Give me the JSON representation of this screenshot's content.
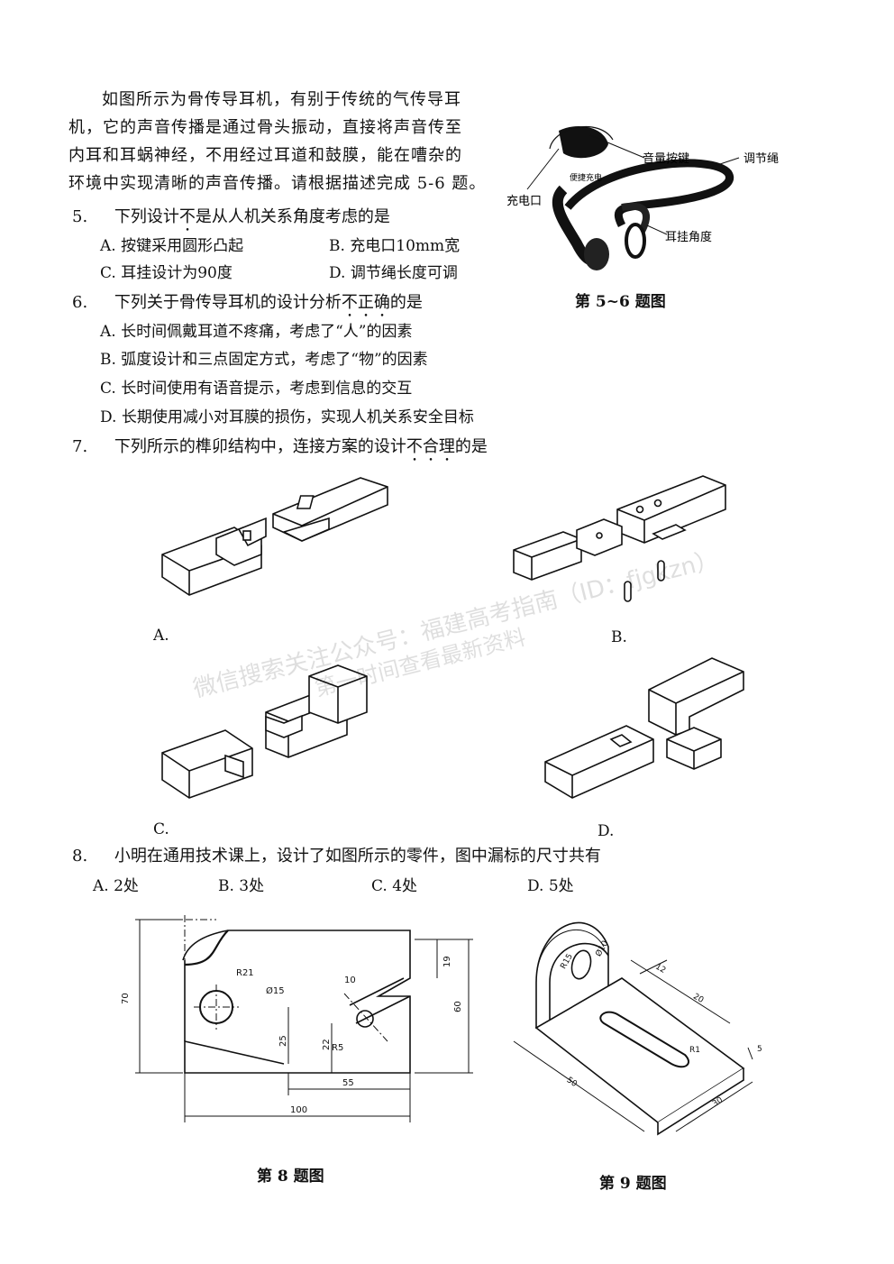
{
  "intro": [
    "如图所示为骨传导耳机，有别于传统的气传导耳",
    "机，它的声音传播是通过骨头振动，直接将声音传至",
    "内耳和耳蜗神经，不用经过耳道和鼓膜，能在嘈杂的",
    "环境中实现清晰的声音传播。请根据描述完成 5-6 题。"
  ],
  "q5": {
    "num": "5.",
    "stem_a": "下列设计",
    "stem_em": "不",
    "stem_b": "是从人机关系角度考虑的是",
    "opt_a": "A. 按键采用圆形凸起",
    "opt_b": "B. 充电口10mm宽",
    "opt_c": "C. 耳挂设计为90度",
    "opt_d": "D. 调节绳长度可调"
  },
  "q6": {
    "num": "6.",
    "stem_a": "下列关于骨传导耳机的设计分析",
    "stem_em": "不正确",
    "stem_b": "的是",
    "opt_a": "A. 长时间佩戴耳道不疼痛，考虑了“人”的因素",
    "opt_b": "B. 弧度设计和三点固定方式，考虑了“物”的因素",
    "opt_c": "C. 长时间使用有语音提示，考虑到信息的交互",
    "opt_d": "D. 长期使用减小对耳膜的损伤，实现人机关系安全目标"
  },
  "fig56": {
    "volume_label": "音量按键",
    "cord_label": "调节绳",
    "charge_label": "充电口",
    "fast_charge_label": "便捷充电",
    "ear_angle_label": "耳挂角度",
    "caption": "第 5~6 题图"
  },
  "q7": {
    "num": "7.",
    "stem_a": "下列所示的榫卯结构中，连接方案的设计",
    "stem_em": "不合理",
    "stem_b": "的是",
    "label_a": "A.",
    "label_b": "B.",
    "label_c": "C.",
    "label_d": "D."
  },
  "watermark": {
    "line1": "微信搜索关注公众号：福建高考指南（ID：fjgkzn）",
    "line2": "第一时间查看最新资料"
  },
  "q8": {
    "num": "8.",
    "stem": "小明在通用技术课上，设计了如图所示的零件，图中漏标的尺寸共有",
    "opt_a": "A.  2处",
    "opt_b": "B.  3处",
    "opt_c": "C.  4处",
    "opt_d": "D.  5处"
  },
  "fig8": {
    "dim_70": "70",
    "dim_r21": "R21",
    "dim_d15": "Ø15",
    "dim_10": "10",
    "dim_19": "19",
    "dim_60": "60",
    "dim_25": "25",
    "dim_22": "22",
    "dim_r5": "R5",
    "dim_55": "55",
    "dim_100": "100",
    "caption": "第 8 题图"
  },
  "fig9": {
    "dim_r15": "R15",
    "dim_d10": "Ø10",
    "dim_12": "12",
    "dim_20": "20",
    "dim_r1": "R1",
    "dim_5": "5",
    "dim_50": "50",
    "dim_30": "30",
    "caption": "第 9 题图"
  }
}
